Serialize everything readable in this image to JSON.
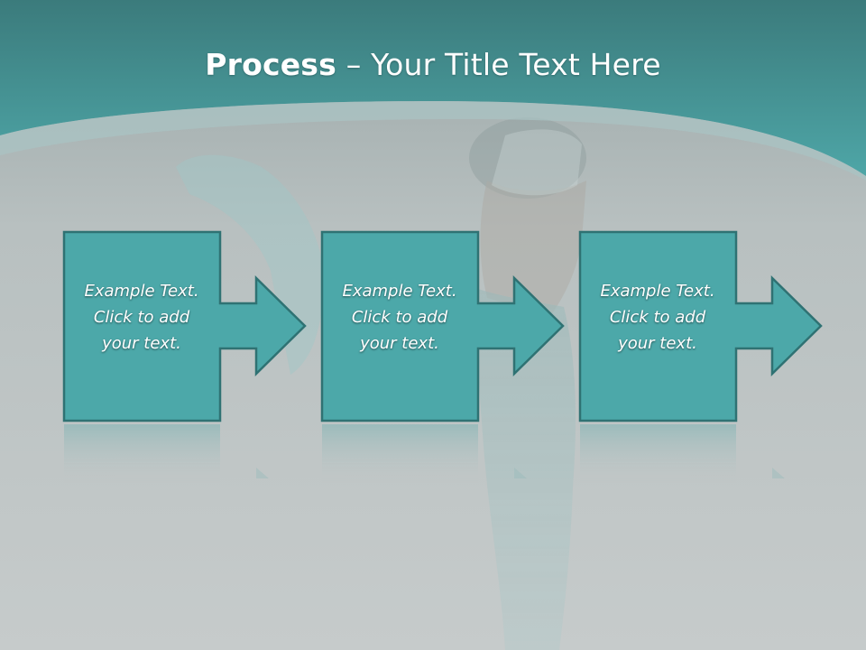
{
  "slide": {
    "title_bold": "Process",
    "title_sep": " – ",
    "title_rest": "Your Title Text Here",
    "colors": {
      "teal": "#4ca8a9",
      "teal_dark": "#2f7273",
      "band_top": "#3b7b7c",
      "background": "#c4c9c9"
    }
  },
  "process": {
    "steps": [
      {
        "line1": "Example Text.",
        "line2": "Click  to add",
        "line3": "your text."
      },
      {
        "line1": "Example Text.",
        "line2": "Click  to add",
        "line3": "your text."
      },
      {
        "line1": "Example Text.",
        "line2": "Click  to add",
        "line3": "your text."
      }
    ]
  }
}
